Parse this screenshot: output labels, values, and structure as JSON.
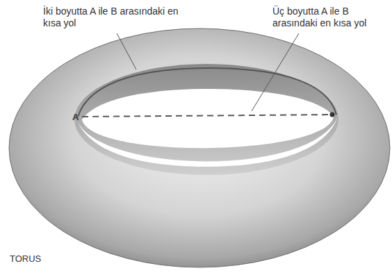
{
  "diagram": {
    "labels": [
      "İki boyutta A ile B arasındaki en kısa yol",
      "Üç boyutta A ile B arasındaki en kısa yol",
      "A",
      "TORUS"
    ]
  }
}
